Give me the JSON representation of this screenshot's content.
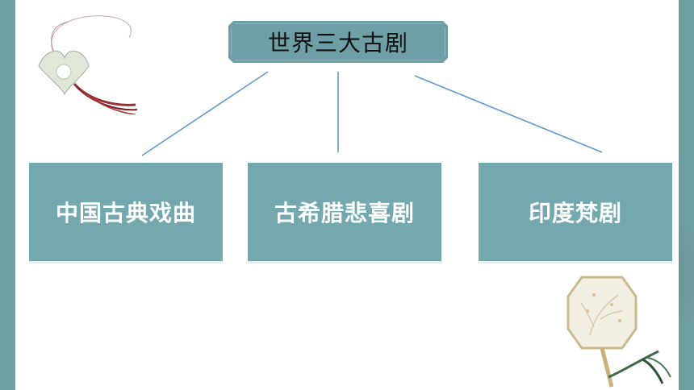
{
  "title": "世界三大古剧",
  "nodes": [
    {
      "label": "中国古典戏曲"
    },
    {
      "label": "古希腊悲喜剧"
    },
    {
      "label": "印度梵剧"
    }
  ],
  "colors": {
    "background": "#6f9ea3",
    "box": "#73a8ae",
    "title_box": "#6e9fa6",
    "connector": "#5d9bd2",
    "node_text": "#ffffff",
    "title_text": "#111111"
  },
  "decorations": [
    "jade-pendant-icon",
    "round-fan-icon"
  ]
}
